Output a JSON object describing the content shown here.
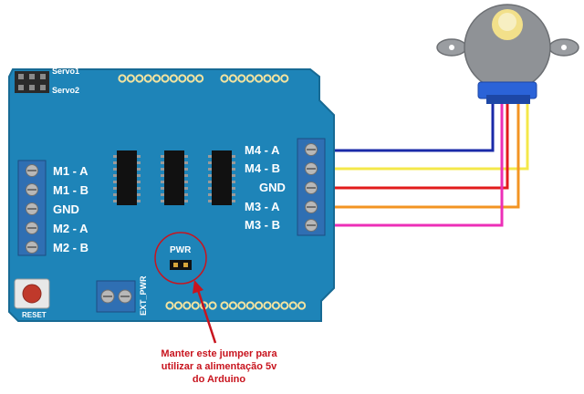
{
  "board": {
    "servo1_label": "Servo1",
    "servo2_label": "Servo2",
    "reset_label": "RESET",
    "ext_pwr_label": "EXT_PWR",
    "pwr_label": "PWR",
    "left_terminals": [
      "M1 - A",
      "M1 - B",
      "GND",
      "M2 - A",
      "M2 - B"
    ],
    "right_terminals": [
      "M4 - A",
      "M4 - B",
      "GND",
      "M3 - A",
      "M3 - B"
    ]
  },
  "wires": {
    "colors": [
      "#1a2aa8",
      "#f4e84a",
      "#e21b1b",
      "#f39423",
      "#ec2fb7"
    ]
  },
  "colors": {
    "board": "#1e84b8",
    "board_edge": "#176a94",
    "chip": "#111111",
    "callout": "#c8141e",
    "motor_body": "#8f9296",
    "motor_neck": "#2b63d8"
  },
  "annotation": {
    "line1": "Manter este jumper para",
    "line2": "utilizar a alimentação 5v",
    "line3": "do Arduino"
  }
}
